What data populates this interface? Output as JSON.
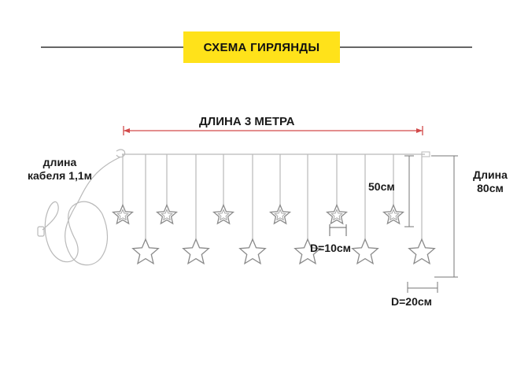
{
  "title": "СХЕМА ГИРЛЯНДЫ",
  "labels": {
    "total_length": "ДЛИНА  3 МЕТРА",
    "cable_length_line1": "длина",
    "cable_length_line2": "кабеля 1,1м",
    "short_strand": "50см",
    "long_strand_line1": "Длина",
    "long_strand_line2": "80см",
    "small_star_diameter": "D=10см",
    "large_star_diameter": "D=20см"
  },
  "colors": {
    "banner": "#ffe21a",
    "dimension_arrow": "#d24a4a",
    "line": "#b9b9b9",
    "text": "#1a1a1a"
  },
  "strands": {
    "small_star_count": 6,
    "large_star_count": 6,
    "small_star_length_cm": 50,
    "large_star_length_cm": 80,
    "small_star_diameter_cm": 10,
    "large_star_diameter_cm": 20,
    "total_length_m": 3,
    "cable_length_m": 1.1
  }
}
